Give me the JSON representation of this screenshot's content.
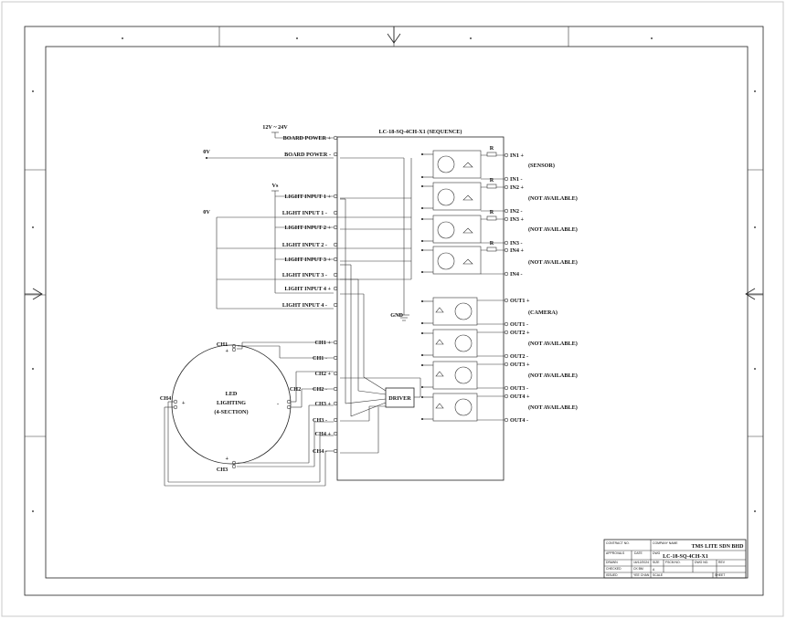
{
  "board": {
    "title": "LC-18-SQ-4CH-X1 (SEQUENCE)"
  },
  "power": {
    "supply": "12V ~ 24V",
    "zero_v_top": "0V",
    "zero_v_light": "0V",
    "vs": "Vs",
    "gnd": "GND"
  },
  "left_pins": [
    "BOARD POWER +",
    "BOARD POWER -",
    "LIGHT INPUT 1 +",
    "LIGHT INPUT 1 -",
    "LIGHT INPUT 2 +",
    "LIGHT INPUT 2 -",
    "LIGHT INPUT 3 +",
    "LIGHT INPUT 3 -",
    "LIGHT INPUT 4 +",
    "LIGHT INPUT 4 -",
    "CH1 +",
    "CH1 -",
    "CH2 +",
    "CH2 -",
    "CH3 +",
    "CH3 -",
    "CH4 +",
    "CH4 -"
  ],
  "inputs": [
    {
      "plus": "IN1 +",
      "minus": "IN1 -",
      "note": "(SENSOR)",
      "resistor": "R"
    },
    {
      "plus": "IN2 +",
      "minus": "IN2 -",
      "note": "(NOT AVAILABLE)",
      "resistor": "R"
    },
    {
      "plus": "IN3 +",
      "minus": "IN3 -",
      "note": "(NOT AVAILABLE)",
      "resistor": "R"
    },
    {
      "plus": "IN4 +",
      "minus": "IN4 -",
      "note": "(NOT AVAILABLE)",
      "resistor": "R"
    }
  ],
  "outputs": [
    {
      "plus": "OUT1 +",
      "minus": "OUT1 -",
      "note": "(CAMERA)"
    },
    {
      "plus": "OUT2 +",
      "minus": "OUT2 -",
      "note": "(NOT AVAILABLE)"
    },
    {
      "plus": "OUT3 +",
      "minus": "OUT3 -",
      "note": "(NOT AVAILABLE)"
    },
    {
      "plus": "OUT4 +",
      "minus": "OUT4 -",
      "note": "(NOT AVAILABLE)"
    }
  ],
  "led": {
    "line1": "LED",
    "line2": "LIGHTING",
    "line3": "(4-SECTION)",
    "ch1": "CH1",
    "ch2": "CH2",
    "ch3": "CH3",
    "ch4": "CH4",
    "plus": "+",
    "minus": "-"
  },
  "driver": "DRIVER",
  "title_block": {
    "contract_no": "CONTRACT NO.",
    "company_name": "COMPANY NAME",
    "company": "TMS LITE SDN BHD",
    "approvals": "APPROVALS",
    "date": "DATE",
    "dwg": "DWG",
    "drawn": "DRAWN",
    "drawn_date": "16/12/2024",
    "drawing": "LC-18-SQ-4CH-X1",
    "checked": "CHECKED",
    "checked_by": "CK BM",
    "size": "SIZE",
    "size_val": "A",
    "fscm_no": "FSCM NO.",
    "dwg_no": "DWG NO.",
    "rev": "REV",
    "issued": "ISSUED",
    "issued_val": "YEE CHAN",
    "scale": "SCALE",
    "sheet": "SHEET"
  }
}
